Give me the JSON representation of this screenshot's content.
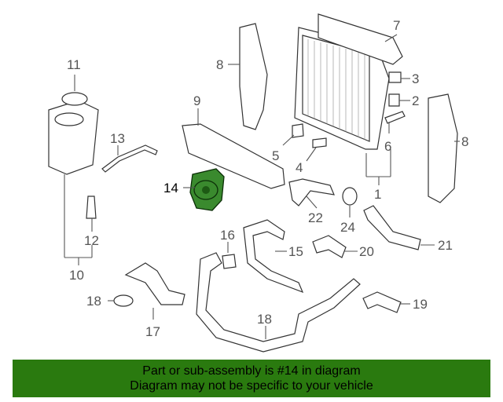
{
  "diagram": {
    "callouts": [
      "1",
      "2",
      "3",
      "4",
      "5",
      "6",
      "7",
      "8",
      "8",
      "9",
      "10",
      "11",
      "12",
      "13",
      "14",
      "15",
      "16",
      "17",
      "18",
      "19",
      "20",
      "21",
      "22",
      "23",
      "24"
    ],
    "highlight_color": "#3a8a2e"
  },
  "banner": {
    "line1": "Part or sub-assembly is #14 in diagram",
    "line2": "Diagram may not be specific to your vehicle",
    "background": "#2a7a0f"
  }
}
